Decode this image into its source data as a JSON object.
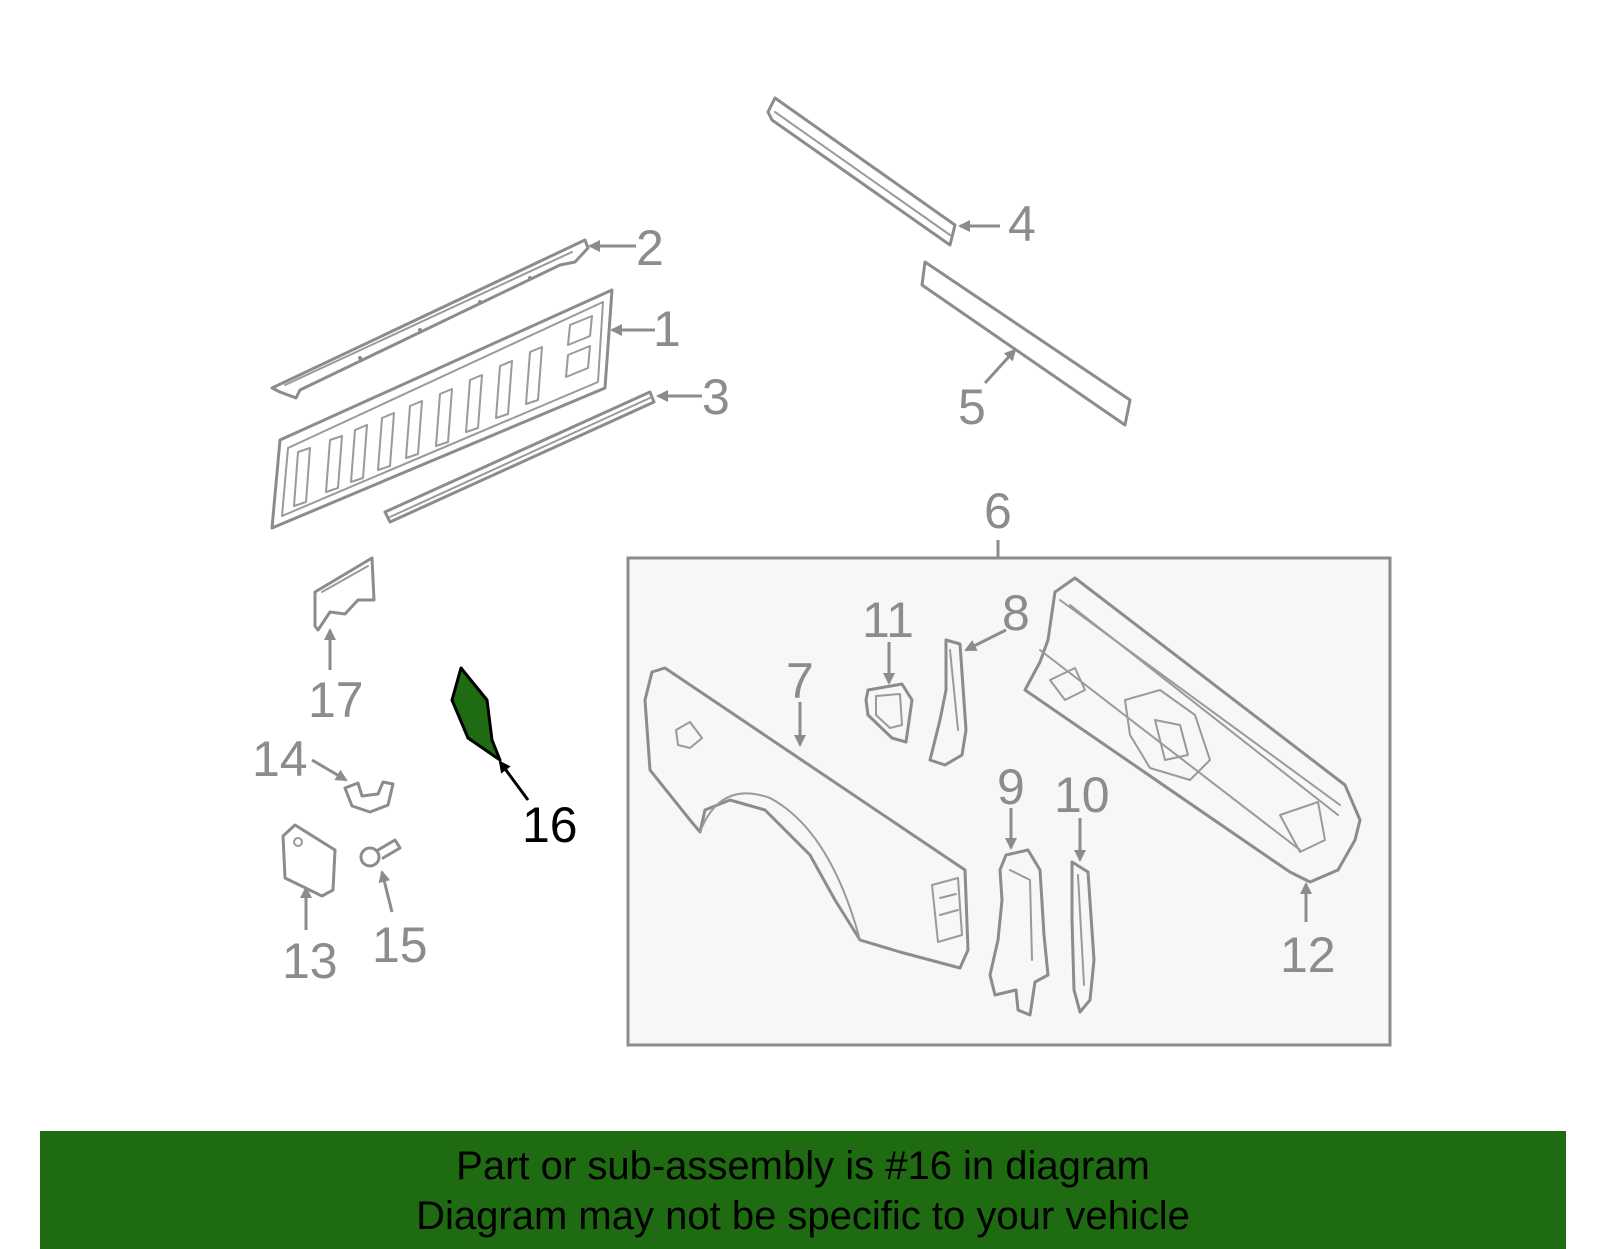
{
  "diagram": {
    "callouts": {
      "c1": "1",
      "c2": "2",
      "c3": "3",
      "c4": "4",
      "c5": "5",
      "c6": "6",
      "c7": "7",
      "c8": "8",
      "c9": "9",
      "c10": "10",
      "c11": "11",
      "c12": "12",
      "c13": "13",
      "c14": "14",
      "c15": "15",
      "c16": "16",
      "c17": "17"
    },
    "highlighted_part": "16",
    "colors": {
      "line": "#8c8c8c",
      "highlight_fill": "#1e6b12",
      "highlight_text": "#000000",
      "group_box_fill": "#f7f7f7"
    }
  },
  "banner": {
    "line1": "Part or sub-assembly is #16 in diagram",
    "line2": "Diagram may not be specific to your vehicle"
  }
}
